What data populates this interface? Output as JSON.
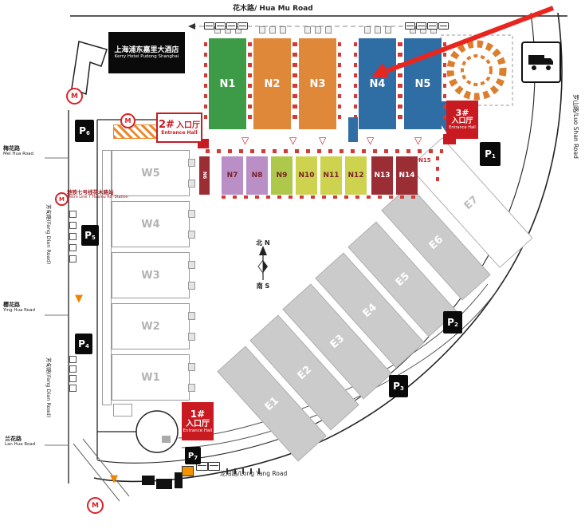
{
  "map": {
    "roads": {
      "huamu": "花木路/ Hua Mu Road",
      "luoshan": "罗山路/Luo Shan Road",
      "longyang": "龙阳路/Long Yang Road",
      "meihua_cn": "梅花路",
      "meihua_en": "Mei Hua Road",
      "fangdian": "芳甸路(Fang Dian Road)",
      "yinghua_cn": "樱花路",
      "yinghua_en": "Ying Hua Road",
      "lanhua_cn": "兰花路",
      "lanhua_en": "Lan Hua Road"
    },
    "hotel": {
      "name_cn": "上海浦东嘉里大酒店",
      "name_en": "Kerry Hotel Pudong Shanghai"
    },
    "metro_station": {
      "name_cn": "地铁七号线花木路站",
      "name_en": "Metro Line 7 Huamu Rd. Station"
    },
    "compass": {
      "north": "北 N",
      "south": "南 S"
    },
    "entrances": [
      {
        "num": "1#",
        "cn": "入口厅",
        "en": "Entrance Hall"
      },
      {
        "num": "2#",
        "cn": "入口厅",
        "en": "Entrance Hall"
      },
      {
        "num": "3#",
        "cn": "入口厅",
        "en": "Entrance Hall"
      }
    ],
    "north_halls": [
      {
        "name": "N1",
        "fill": "#3d9b47"
      },
      {
        "name": "N2",
        "fill": "#e0883a"
      },
      {
        "name": "N3",
        "fill": "#e0883a"
      },
      {
        "name": "N4",
        "fill": "#2f6da5"
      },
      {
        "name": "N5",
        "fill": "#2f6da5"
      }
    ],
    "small_halls": [
      {
        "name": "N6",
        "fill": "#9b2d34",
        "label_color": "#ffffff"
      },
      {
        "name": "N7",
        "fill": "#b98fc6",
        "label_color": "#7a1f2b"
      },
      {
        "name": "N8",
        "fill": "#b98fc6",
        "label_color": "#7a1f2b"
      },
      {
        "name": "N9",
        "fill": "#aec84c",
        "label_color": "#7a1f2b"
      },
      {
        "name": "N10",
        "fill": "#cdd24f",
        "label_color": "#7a1f2b"
      },
      {
        "name": "N11",
        "fill": "#cdd24f",
        "label_color": "#7a1f2b"
      },
      {
        "name": "N12",
        "fill": "#cdd24f",
        "label_color": "#7a1f2b"
      },
      {
        "name": "N13",
        "fill": "#9b2d34",
        "label_color": "#ffffff"
      },
      {
        "name": "N14",
        "fill": "#9b2d34",
        "label_color": "#ffffff"
      },
      {
        "name": "N15",
        "label_color": "#cc2027"
      }
    ],
    "west_halls": [
      "W5",
      "W4",
      "W3",
      "W2",
      "W1"
    ],
    "east_halls": [
      "E1",
      "E2",
      "E3",
      "E4",
      "E5",
      "E6",
      "E7"
    ],
    "parking": [
      {
        "letter": "P",
        "num": "1"
      },
      {
        "letter": "P",
        "num": "2"
      },
      {
        "letter": "P",
        "num": "3"
      },
      {
        "letter": "P",
        "num": "4"
      },
      {
        "letter": "P",
        "num": "5"
      },
      {
        "letter": "P",
        "num": "6"
      },
      {
        "letter": "P",
        "num": "7"
      }
    ],
    "icons": {
      "dock_gate": "▽",
      "warning": "▼",
      "metro_letter": "M"
    },
    "colors": {
      "entrance_red": "#c81a20",
      "arrow_red": "#e8261f",
      "landmark_orange": "#dd7e2e"
    }
  }
}
